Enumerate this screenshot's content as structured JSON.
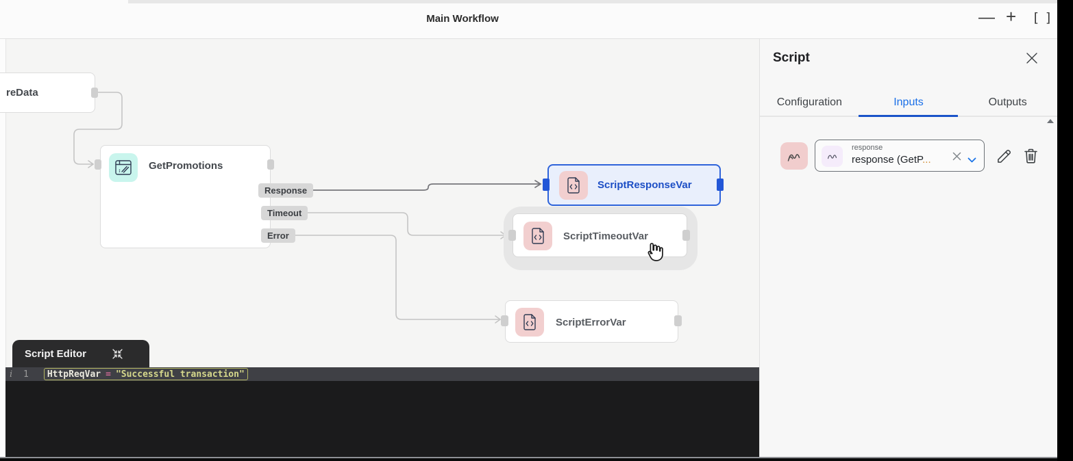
{
  "titlebar": {
    "title": "Main Workflow",
    "minimize": "—",
    "plus": "+",
    "bracket_left": "[",
    "bracket_right": "]"
  },
  "canvas": {
    "nodes": {
      "redata": {
        "label": "reData"
      },
      "getpromotions": {
        "label": "GetPromotions",
        "outputs": {
          "response": "Response",
          "timeout": "Timeout",
          "error": "Error"
        }
      },
      "script_response_var": {
        "label": "ScriptResponseVar",
        "selected": true
      },
      "script_timeout_var": {
        "label": "ScriptTimeoutVar",
        "hovered": true
      },
      "script_error_var": {
        "label": "ScriptErrorVar"
      }
    }
  },
  "script_editor": {
    "tab_label": "Script Editor",
    "gutter_marker": "i",
    "line_number": "1",
    "code_variable": "HttpReqVar",
    "code_operator": "=",
    "code_string": "\"Successful transaction\""
  },
  "panel": {
    "title": "Script",
    "tabs": {
      "configuration": "Configuration",
      "inputs": "Inputs",
      "outputs": "Outputs"
    },
    "active_tab": "Inputs",
    "input_row": {
      "field_label": "response",
      "field_value": "response (GetP",
      "field_ellipsis": "..."
    }
  },
  "colors": {
    "accent_blue": "#1a73e8",
    "selected_node_border": "#2e63da",
    "selected_node_bg": "#e9effc",
    "selected_node_text": "#1c4ec5",
    "tab_underline": "#1a53c9",
    "node_icon_pink": "#f2cfcf",
    "node_icon_cyan": "#c9f5ed",
    "input_icon_lavender": "#f5ecfb",
    "canvas_bg": "#f5f5f4",
    "editor_bg": "#1b1b1c",
    "editor_strip_bg": "#3f4045",
    "code_variable_color": "#eceadf",
    "code_operator_color": "#d26a97",
    "code_string_color": "#d6d88c",
    "code_highlight_border": "#b5b762",
    "edge_gray": "#c4c4c4",
    "edge_dark": "#75757a"
  }
}
